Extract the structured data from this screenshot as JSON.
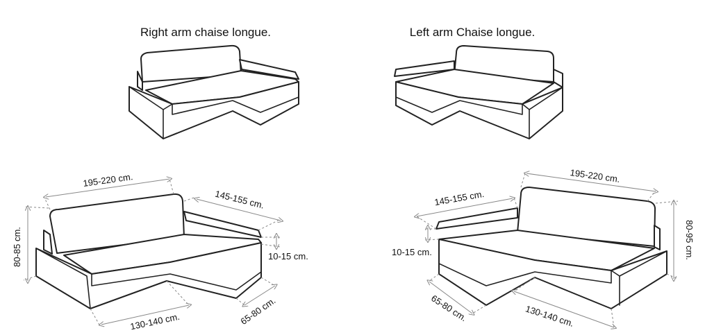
{
  "diagram_title": "Sofa chaise longue cover dimensions",
  "titles": {
    "right": "Right arm chaise longue.",
    "left": "Left arm Chaise longue."
  },
  "right_dims": {
    "width": "195-220 cm.",
    "arm_length": "145-155 cm.",
    "height": "80-85 cm.",
    "arm_height": "10-15 cm.",
    "seat_depth": "130-140 cm.",
    "chaise_depth": "65-80 cm."
  },
  "left_dims": {
    "width": "195-220 cm.",
    "arm_length": "145-155 cm.",
    "height": "80-95 cm.",
    "arm_height": "10-15 cm.",
    "seat_depth": "130-140 cm.",
    "chaise_depth": "65-80 cm."
  },
  "colors": {
    "line": "#222222",
    "dimension": "#888888",
    "text": "#111111"
  }
}
